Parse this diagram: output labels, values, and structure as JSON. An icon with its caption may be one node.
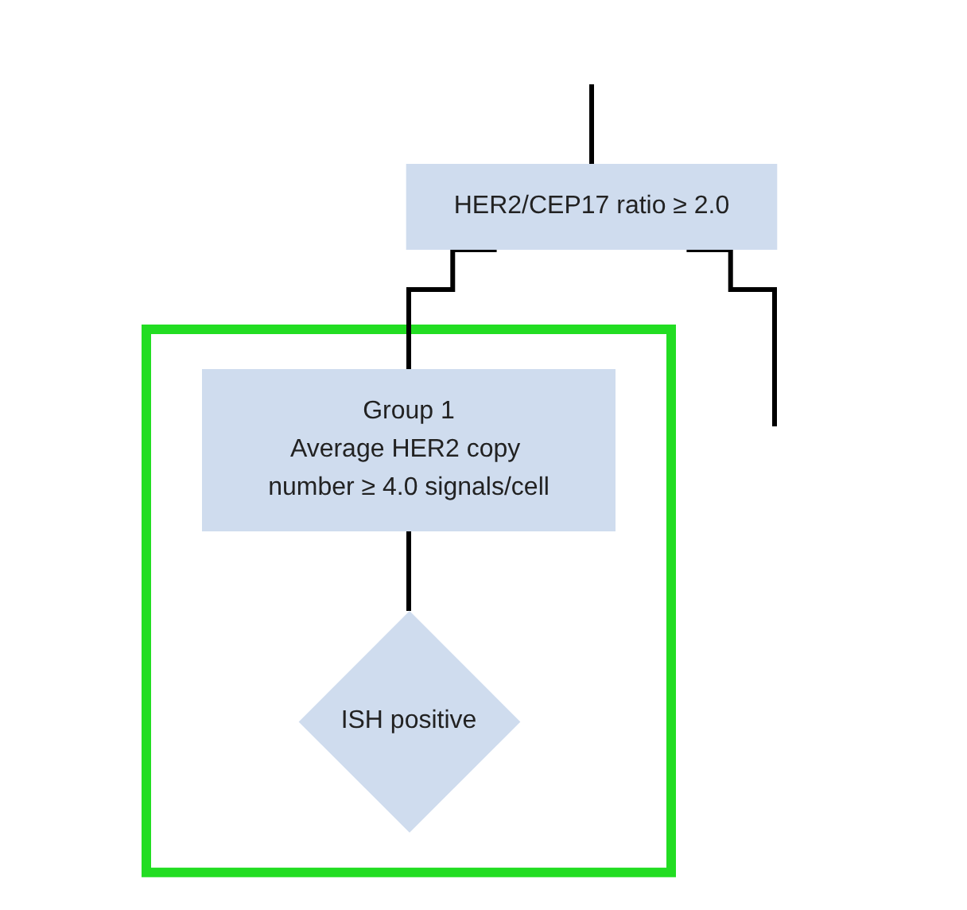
{
  "diagram": {
    "nodes": [
      {
        "text": [
          "HER2/CEP17 ratio ≥ 2.0"
        ]
      },
      {
        "text": [],
        "shape": "box"
      },
      {
        "text": [
          "Group 1",
          "Average HER2 copy number ≥ 4.0 signals/cell"
        ],
        "in": 1
      },
      {
        "text": [
          "ISH positive"
        ],
        "in": 1
      }
    ],
    "edges": [
      {
        "from": null,
        "to": 0,
        "arrow": "none"
      },
      {
        "from": 0,
        "to": 2,
        "arrow": "none"
      },
      {
        "from": 0,
        "to": null,
        "arrow": "none"
      },
      {
        "from": 2,
        "to": 3,
        "arrow": "none"
      }
    ]
  }
}
